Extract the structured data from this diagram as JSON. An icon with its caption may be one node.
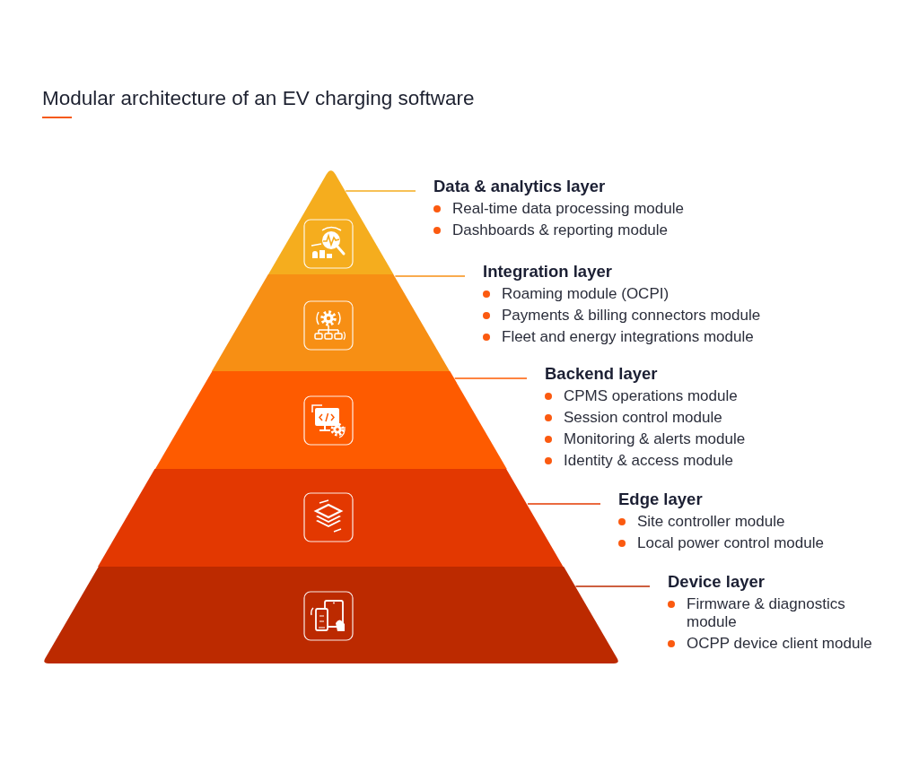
{
  "diagram": {
    "title": "Modular architecture of an EV charging software",
    "nodes": [
      {
        "text": [],
        "shape": "triangle"
      },
      {
        "text": [
          "Data & analytics layer",
          "Real-time data processing module",
          "Dashboards & reporting module"
        ]
      },
      {
        "text": [],
        "shape": "trapezoid"
      },
      {
        "text": [
          "Integration layer",
          "Roaming module (OCPI)",
          "Payments & billing connectors module",
          "Fleet and energy integrations module"
        ]
      },
      {
        "text": [],
        "shape": "trapezoid"
      },
      {
        "text": [
          "Backend layer",
          "CPMS operations module",
          "Session control module",
          "Monitoring & alerts module",
          "Identity & access module"
        ]
      },
      {
        "text": [],
        "shape": "trapezoid"
      },
      {
        "text": [
          "Edge layer",
          "Site controller module",
          "Local power control module"
        ]
      },
      {
        "text": [],
        "shape": "trapezoid"
      },
      {
        "text": [
          "Device layer",
          "Firmware & diagnostics module",
          "OCPP device client module"
        ]
      }
    ],
    "edges": [
      {
        "from": 1,
        "to": 0,
        "arrow": "none",
        "color": "#f5ad1e"
      },
      {
        "from": 3,
        "to": 2,
        "arrow": "none",
        "color": "#f78f14"
      },
      {
        "from": 5,
        "to": 4,
        "arrow": "none",
        "color": "#fe5b00"
      },
      {
        "from": 7,
        "to": 6,
        "arrow": "none",
        "color": "#e33801"
      },
      {
        "from": 9,
        "to": 8,
        "arrow": "none",
        "color": "#bc2a00"
      }
    ]
  }
}
